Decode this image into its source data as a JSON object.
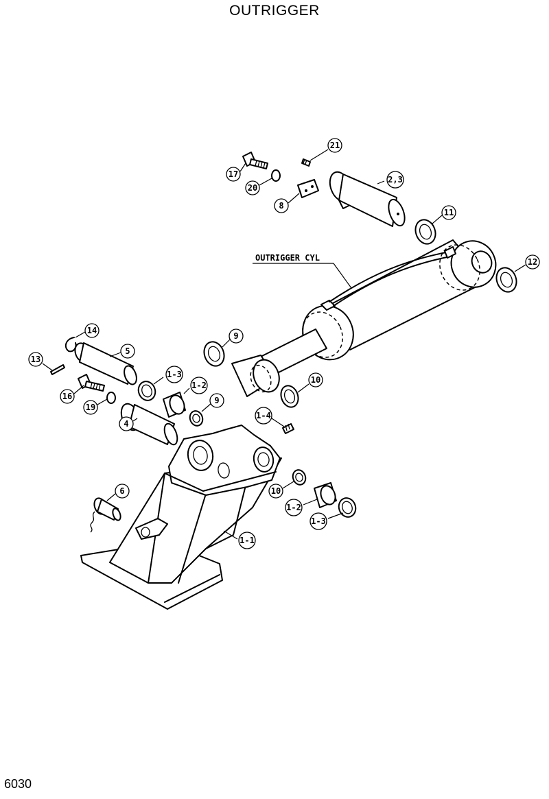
{
  "header": {
    "title": "OUTRIGGER"
  },
  "footer": {
    "page_number": "6030"
  },
  "diagram": {
    "assembly_label": "OUTRIGGER CYL",
    "callouts": [
      "21",
      "17",
      "2,3",
      "20",
      "8",
      "11",
      "12",
      "14",
      "5",
      "13",
      "1-3",
      "1-2",
      "9",
      "16",
      "19",
      "4",
      "9",
      "10",
      "1-4",
      "6",
      "10",
      "1-2",
      "1-3",
      "1-1"
    ]
  }
}
